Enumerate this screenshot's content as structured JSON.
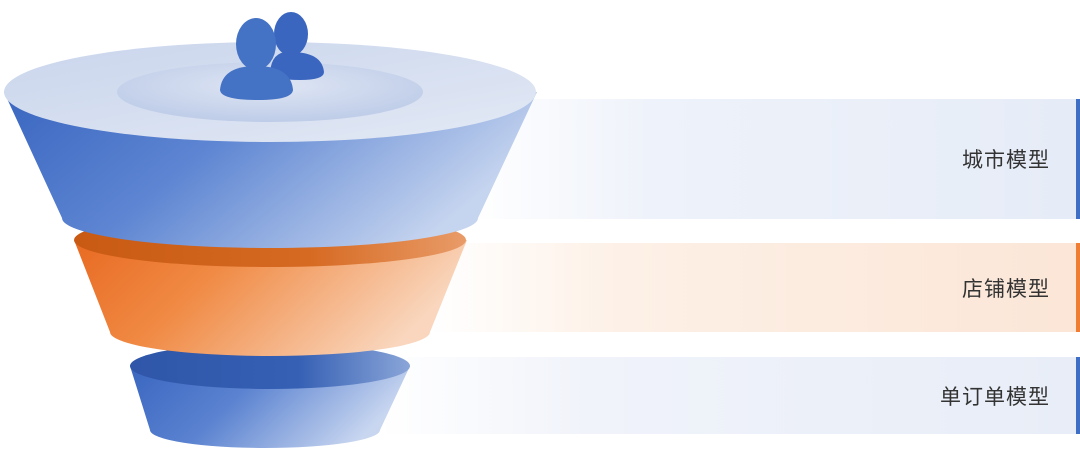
{
  "diagram": {
    "type": "funnel",
    "levels": [
      {
        "label": "城市模型",
        "color": "#4472c4"
      },
      {
        "label": "店铺模型",
        "color": "#ed7d31"
      },
      {
        "label": "单订单模型",
        "color": "#4472c4"
      }
    ],
    "top_icon": "users-icon"
  }
}
